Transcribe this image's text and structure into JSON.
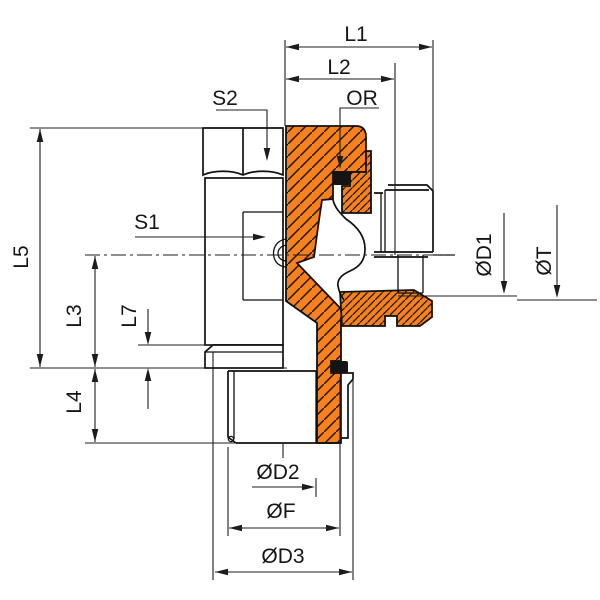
{
  "drawing_labels": {
    "l1": "L1",
    "l2": "L2",
    "or": "OR",
    "s2": "S2",
    "s1": "S1",
    "l5": "L5",
    "l3": "L3",
    "l7": "L7",
    "l4": "L4",
    "d2": "ØD2",
    "f": "ØF",
    "d3": "ØD3",
    "d1": "ØD1",
    "t": "ØT"
  },
  "colors": {
    "section_orange": "#F5821F",
    "line": "#1c1c1c",
    "oring": "#141414"
  }
}
